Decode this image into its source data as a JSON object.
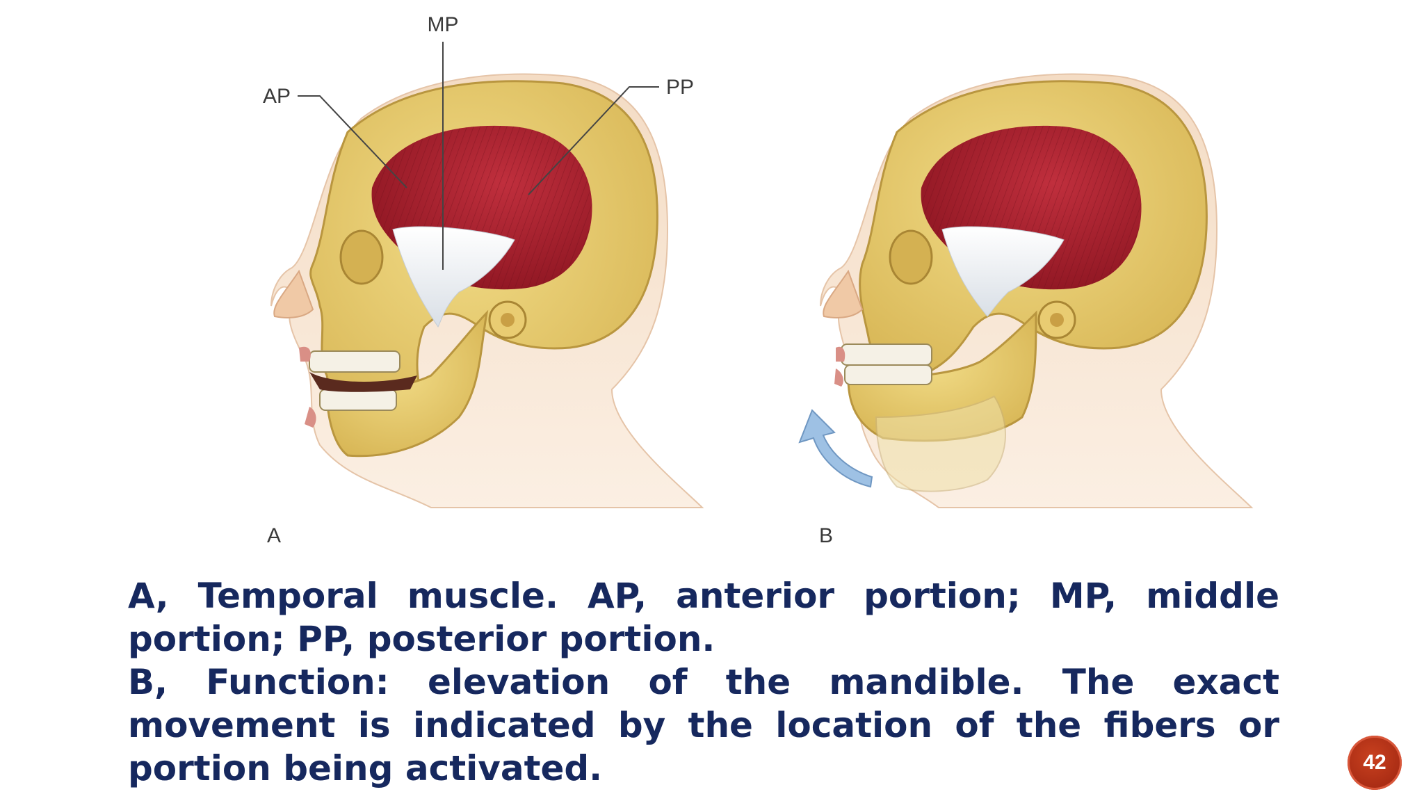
{
  "figure": {
    "label_mp": "MP",
    "label_ap": "AP",
    "label_pp": "PP",
    "panel_a": "A",
    "panel_b": "B"
  },
  "caption": {
    "line_a": "A, Temporal muscle. AP, anterior portion; MP, middle portion; PP, posterior portion.",
    "line_b": "B, Function: elevation of the mandible. The exact movement is indicated by the location of the fibers or portion being activated."
  },
  "page_number": "42",
  "colors": {
    "caption_text": "#16285e",
    "muscle_red": "#a31f2e",
    "bone_yellow": "#e6c96a",
    "skin": "#f3d9c0",
    "arrow_blue": "#8fb6dd",
    "badge": "#a92c14"
  }
}
